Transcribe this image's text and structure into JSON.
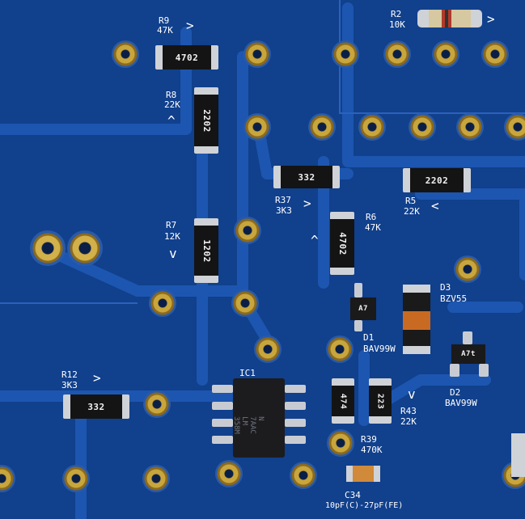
{
  "board": {
    "colors": {
      "soldermask": "#11408c",
      "trace": "#1d56b0",
      "pad": "#c9a63c",
      "silk": "#ffffff"
    }
  },
  "components": {
    "r9": {
      "ref": "R9",
      "value": "47K",
      "code": "4702"
    },
    "r2": {
      "ref": "R2",
      "value": "10K"
    },
    "r8": {
      "ref": "R8",
      "value": "22K",
      "code": "2202"
    },
    "r37": {
      "ref": "R37",
      "value": "3K3",
      "code": "332"
    },
    "r5": {
      "ref": "R5",
      "value": "22K",
      "code": "2202"
    },
    "r6": {
      "ref": "R6",
      "value": "47K",
      "code": "4702"
    },
    "r7": {
      "ref": "R7",
      "value": "12K",
      "code": "1202"
    },
    "d3": {
      "ref": "D3",
      "value": "BZV55"
    },
    "d1": {
      "ref": "D1",
      "value": "BAV99W",
      "code": "A7"
    },
    "d2": {
      "ref": "D2",
      "value": "BAV99W",
      "code": "A7t"
    },
    "r12": {
      "ref": "R12",
      "value": "3K3",
      "code": "332"
    },
    "ic1": {
      "ref": "IC1",
      "marking": "N\n7AAC\nLM\n358M"
    },
    "r43": {
      "ref": "R43",
      "value": "22K",
      "code": "223"
    },
    "r39": {
      "ref": "R39",
      "value": "470K",
      "code": "474"
    },
    "c34": {
      "ref": "C34",
      "value": "10pF(C)-27pF(FE)"
    }
  },
  "arrows": {
    "right": ">",
    "left": "<",
    "up": "^",
    "down": "v"
  }
}
